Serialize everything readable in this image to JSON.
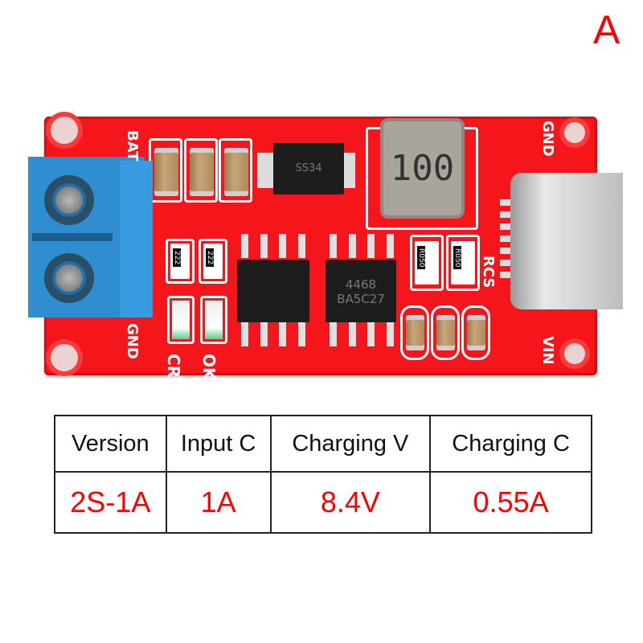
{
  "variant_label": "A",
  "board": {
    "silkscreen": {
      "bat": "BAT",
      "gnd_left": "GND",
      "cr": "CR",
      "ok": "OK",
      "rcs": "RCS",
      "gnd_right": "GND",
      "vin": "VIN"
    },
    "markings": {
      "inductor": "100",
      "diode": "SS34",
      "ic2_line1": "4468",
      "ic2_line2": "BA5C27",
      "sense_resistor": "R050",
      "led_resistor": "222"
    }
  },
  "spec_table": {
    "headers": [
      "Version",
      "Input C",
      "Charging V",
      "Charging C"
    ],
    "values": [
      "2S-1A",
      "1A",
      "8.4V",
      "0.55A"
    ]
  },
  "colors": {
    "accent": "#ff0000",
    "pcb": "#f4161b",
    "terminal": "#2f8ed0"
  }
}
